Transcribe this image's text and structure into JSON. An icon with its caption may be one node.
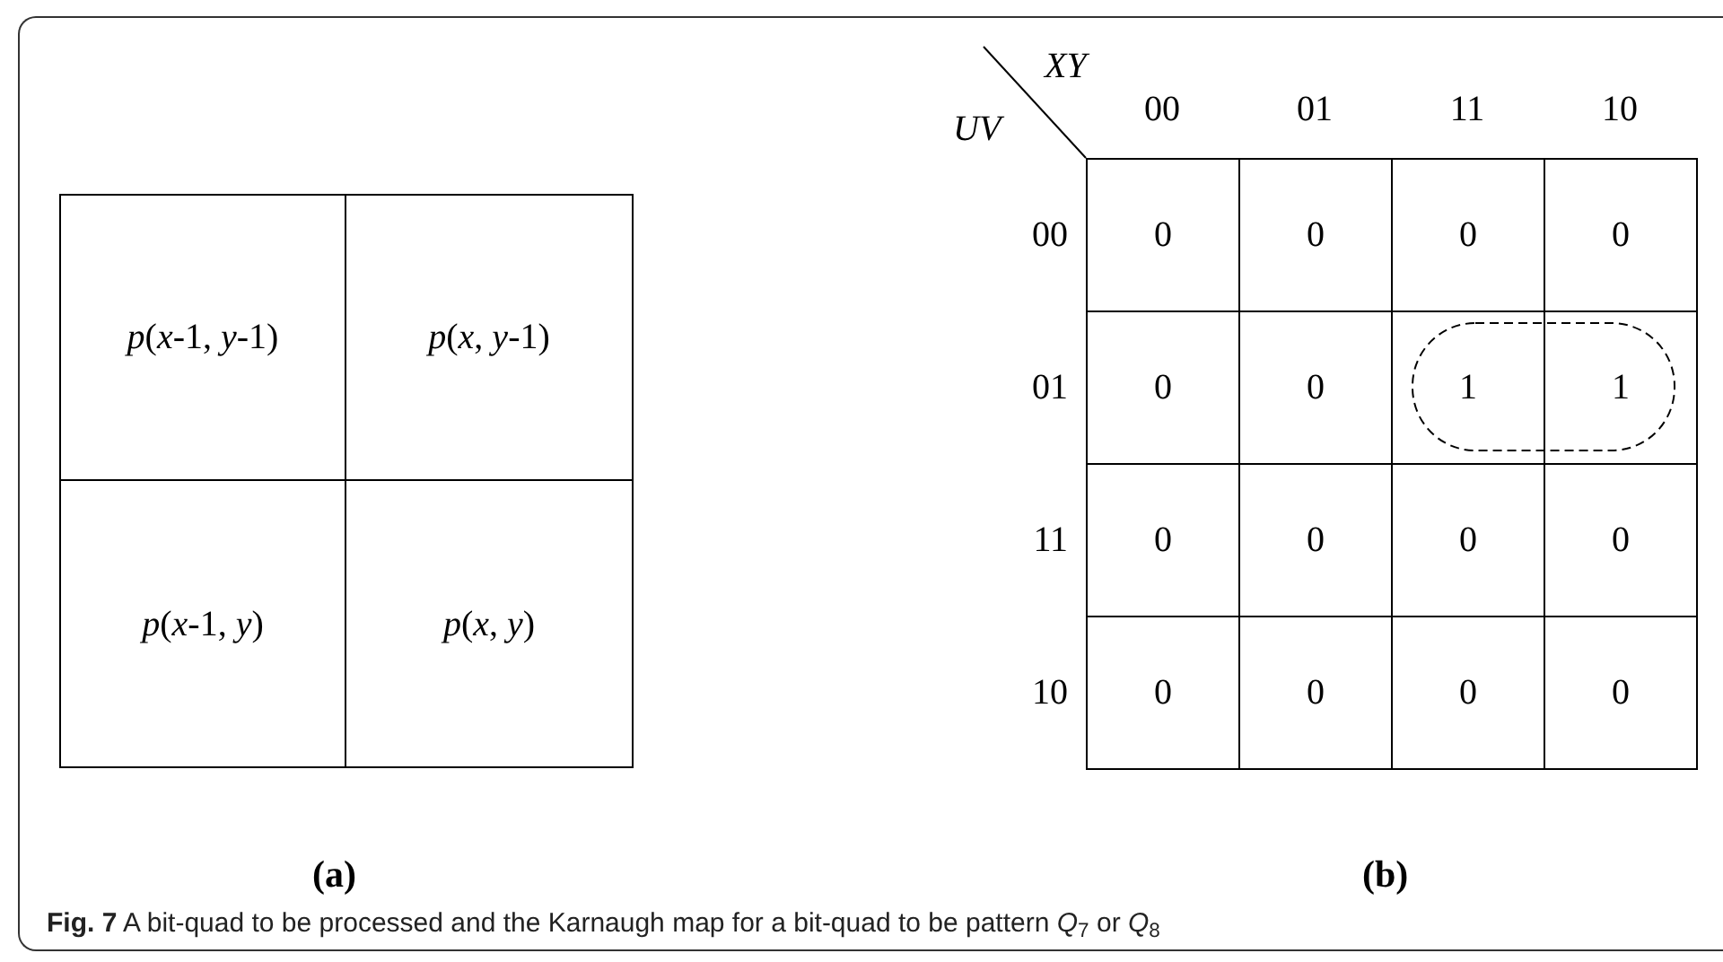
{
  "diagram": {
    "caption": "**Fig. 7** A bit-quad to be processed and the Karnaugh map for a bit-quad to be pattern *Q*$_{7}$ or *Q*$_{8}$",
    "labels": [
      "*p*(*x*-1, *y*-1)",
      "*p*(*x*, *y*-1)",
      "*p*(*x*-1, *y*)",
      "*p*(*x*, *y*)",
      "XY",
      "UV",
      "00",
      "01",
      "11",
      "10",
      "00",
      "0",
      "0",
      "0",
      "0",
      "01",
      "0",
      "0",
      "1",
      "1",
      "11",
      "0",
      "0",
      "0",
      "0",
      "10",
      "0",
      "0",
      "0",
      "0",
      "(a)",
      "(b)"
    ]
  }
}
